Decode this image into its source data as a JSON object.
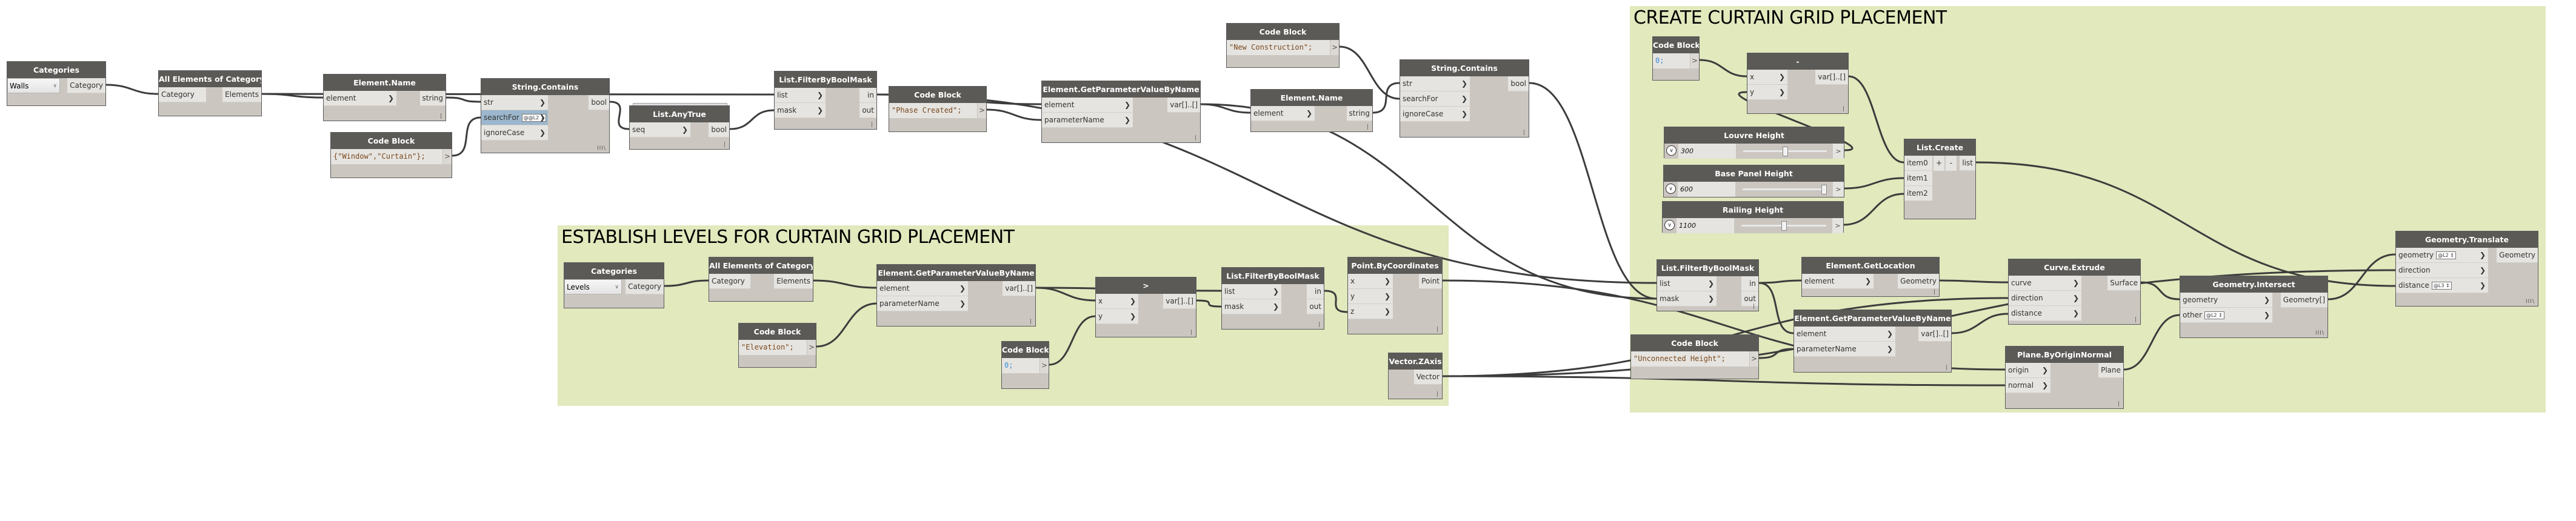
{
  "groups": [
    {
      "id": "g-levels",
      "title": "ESTABLISH LEVELS FOR CURTAIN GRID PLACEMENT"
    },
    {
      "id": "g-create",
      "title": "CREATE CURTAIN GRID PLACEMENT"
    }
  ],
  "nodes": [
    {
      "id": "n1",
      "kind": "dropdown",
      "title": "Categories",
      "selected": "Walls",
      "outputs": [
        "Category"
      ]
    },
    {
      "id": "n2",
      "kind": "func",
      "title": "All Elements of Category",
      "inputs": [
        "Category"
      ],
      "outputs": [
        "Elements"
      ],
      "plain_inputs": true
    },
    {
      "id": "n3",
      "kind": "func",
      "title": "Element.Name",
      "inputs": [
        "element"
      ],
      "outputs": [
        "string"
      ],
      "lacing": "l"
    },
    {
      "id": "n4",
      "kind": "code",
      "title": "Code Block",
      "code": "{\"Window\",\"Curtain\"};"
    },
    {
      "id": "n5",
      "kind": "func",
      "title": "String.Contains",
      "inputs": [
        "str",
        "searchFor",
        "ignoreCase"
      ],
      "outputs": [
        "bool"
      ],
      "lacing": "III\\",
      "highlight_input": 1,
      "input_levels": {
        "1": "@@L2"
      }
    },
    {
      "id": "n6",
      "kind": "func",
      "title": "List.AnyTrue",
      "inputs": [
        "seq"
      ],
      "outputs": [
        "bool"
      ],
      "lacing": "l",
      "stacked": true
    },
    {
      "id": "n7",
      "kind": "func",
      "title": "List.FilterByBoolMask",
      "inputs": [
        "list",
        "mask"
      ],
      "outputs": [
        "in",
        "out"
      ],
      "lacing": "l"
    },
    {
      "id": "n8",
      "kind": "code",
      "title": "Code Block",
      "code": "\"Phase Created\";"
    },
    {
      "id": "n9",
      "kind": "func",
      "title": "Element.GetParameterValueByName",
      "inputs": [
        "element",
        "parameterName"
      ],
      "outputs": [
        "var[]..[]"
      ],
      "lacing": "l"
    },
    {
      "id": "n10",
      "kind": "code",
      "title": "Code Block",
      "code": "\"New Construction\";"
    },
    {
      "id": "n11",
      "kind": "func",
      "title": "Element.Name",
      "inputs": [
        "element"
      ],
      "outputs": [
        "string"
      ],
      "lacing": "l"
    },
    {
      "id": "n12",
      "kind": "func",
      "title": "String.Contains",
      "inputs": [
        "str",
        "searchFor",
        "ignoreCase"
      ],
      "outputs": [
        "bool"
      ],
      "lacing": "l"
    },
    {
      "id": "m1",
      "kind": "dropdown",
      "title": "Categories",
      "selected": "Levels",
      "outputs": [
        "Category"
      ]
    },
    {
      "id": "m2",
      "kind": "func",
      "title": "All Elements of Category",
      "inputs": [
        "Category"
      ],
      "outputs": [
        "Elements"
      ],
      "plain_inputs": true
    },
    {
      "id": "m3",
      "kind": "code",
      "title": "Code Block",
      "code": "\"Elevation\";"
    },
    {
      "id": "m4",
      "kind": "func",
      "title": "Element.GetParameterValueByName",
      "inputs": [
        "element",
        "parameterName"
      ],
      "outputs": [
        "var[]..[]"
      ],
      "lacing": "l"
    },
    {
      "id": "m5",
      "kind": "code",
      "title": "Code Block",
      "code": "0;",
      "numeric": true
    },
    {
      "id": "m6",
      "kind": "func",
      "title": ">",
      "inputs": [
        "x",
        "y"
      ],
      "outputs": [
        "var[]..[]"
      ],
      "lacing": "l"
    },
    {
      "id": "m7",
      "kind": "func",
      "title": "List.FilterByBoolMask",
      "inputs": [
        "list",
        "mask"
      ],
      "outputs": [
        "in",
        "out"
      ],
      "lacing": "l"
    },
    {
      "id": "m8",
      "kind": "func",
      "title": "Point.ByCoordinates",
      "inputs": [
        "x",
        "y",
        "z"
      ],
      "outputs": [
        "Point"
      ],
      "lacing": "l"
    },
    {
      "id": "m9",
      "kind": "func",
      "title": "Vector.ZAxis",
      "inputs": [],
      "outputs": [
        "Vector"
      ],
      "lacing": "l"
    },
    {
      "id": "c1",
      "kind": "code",
      "title": "Code Block",
      "code": "0;",
      "numeric": true
    },
    {
      "id": "c2",
      "kind": "func",
      "title": "-",
      "inputs": [
        "x",
        "y"
      ],
      "outputs": [
        "var[]..[]"
      ],
      "lacing": "l"
    },
    {
      "id": "c3",
      "kind": "slider",
      "title": "Louvre Height",
      "value": "300",
      "fraction": 0.5
    },
    {
      "id": "c4",
      "kind": "slider",
      "title": "Base Panel Height",
      "value": "600",
      "fraction": 1.0
    },
    {
      "id": "c5",
      "kind": "slider",
      "title": "Railing Height",
      "value": "1100",
      "fraction": 0.5
    },
    {
      "id": "c6",
      "kind": "listcreate",
      "title": "List.Create",
      "inputs": [
        "item0",
        "item1",
        "item2"
      ],
      "outputs": [
        "list"
      ],
      "add_label": "+",
      "remove_label": "-"
    },
    {
      "id": "c7",
      "kind": "func",
      "title": "List.FilterByBoolMask",
      "inputs": [
        "list",
        "mask"
      ],
      "outputs": [
        "in",
        "out"
      ],
      "lacing": "l"
    },
    {
      "id": "c8",
      "kind": "func",
      "title": "Element.GetLocation",
      "inputs": [
        "element"
      ],
      "outputs": [
        "Geometry"
      ],
      "lacing": "l"
    },
    {
      "id": "c9",
      "kind": "func",
      "title": "Element.GetParameterValueByName",
      "inputs": [
        "element",
        "parameterName"
      ],
      "outputs": [
        "var[]..[]"
      ],
      "lacing": "l"
    },
    {
      "id": "c10",
      "kind": "code",
      "title": "Code Block",
      "code": "\"Unconnected Height\";"
    },
    {
      "id": "c11",
      "kind": "func",
      "title": "Curve.Extrude",
      "inputs": [
        "curve",
        "direction",
        "distance"
      ],
      "outputs": [
        "Surface"
      ],
      "lacing": "l"
    },
    {
      "id": "c12",
      "kind": "func",
      "title": "Plane.ByOriginNormal",
      "inputs": [
        "origin",
        "normal"
      ],
      "outputs": [
        "Plane"
      ],
      "lacing": "l"
    },
    {
      "id": "c13",
      "kind": "func",
      "title": "Geometry.Intersect",
      "inputs": [
        "geometry",
        "other"
      ],
      "outputs": [
        "Geometry[]"
      ],
      "lacing": "III\\",
      "input_levels": {
        "1": "@L2"
      }
    },
    {
      "id": "c14",
      "kind": "func",
      "title": "Geometry.Translate",
      "inputs": [
        "geometry",
        "direction",
        "distance"
      ],
      "outputs": [
        "Geometry"
      ],
      "lacing": "III\\",
      "input_levels": {
        "0": "@L2",
        "2": "@L3"
      }
    }
  ]
}
